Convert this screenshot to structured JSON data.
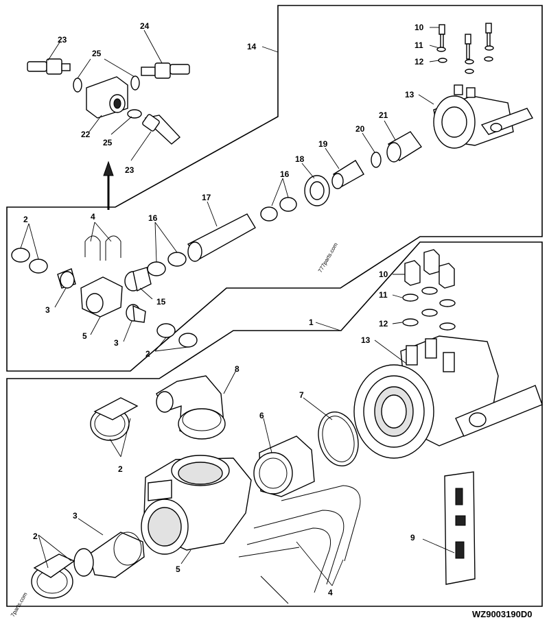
{
  "diagram_code": "WZ9003190D0",
  "watermark": "777parts.com",
  "watermark_corner": "7parts.com",
  "callouts": {
    "c23a": "23",
    "c24": "24",
    "c25a": "25",
    "c22": "22",
    "c25b": "25",
    "c23b": "23",
    "c14": "14",
    "c10a": "10",
    "c11a": "11",
    "c12a": "12",
    "c13a": "13",
    "c21": "21",
    "c20": "20",
    "c19": "19",
    "c18": "18",
    "c16a": "16",
    "c17": "17",
    "c2a": "2",
    "c4a": "4",
    "c16b": "16",
    "c3a": "3",
    "c15": "15",
    "c5a": "5",
    "c3b": "3",
    "c2b": "2",
    "c1": "1",
    "c10b": "10",
    "c11b": "11",
    "c12b": "12",
    "c13b": "13",
    "c8": "8",
    "c7": "7",
    "c6": "6",
    "c2c": "2",
    "c3c": "3",
    "c2d": "2",
    "c5b": "5",
    "c9": "9",
    "c4b": "4"
  }
}
